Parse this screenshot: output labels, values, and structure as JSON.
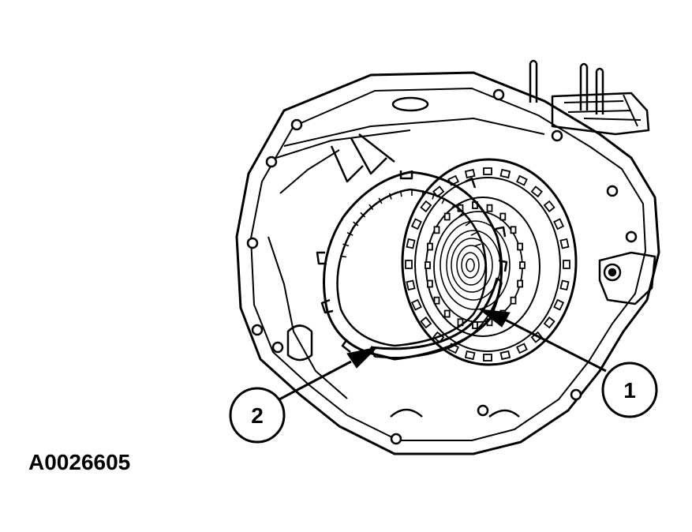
{
  "figure": {
    "id": "A0026605"
  },
  "callouts": [
    {
      "label": "1"
    },
    {
      "label": "2"
    }
  ],
  "colors": {
    "line": "#000000",
    "background": "#ffffff"
  }
}
